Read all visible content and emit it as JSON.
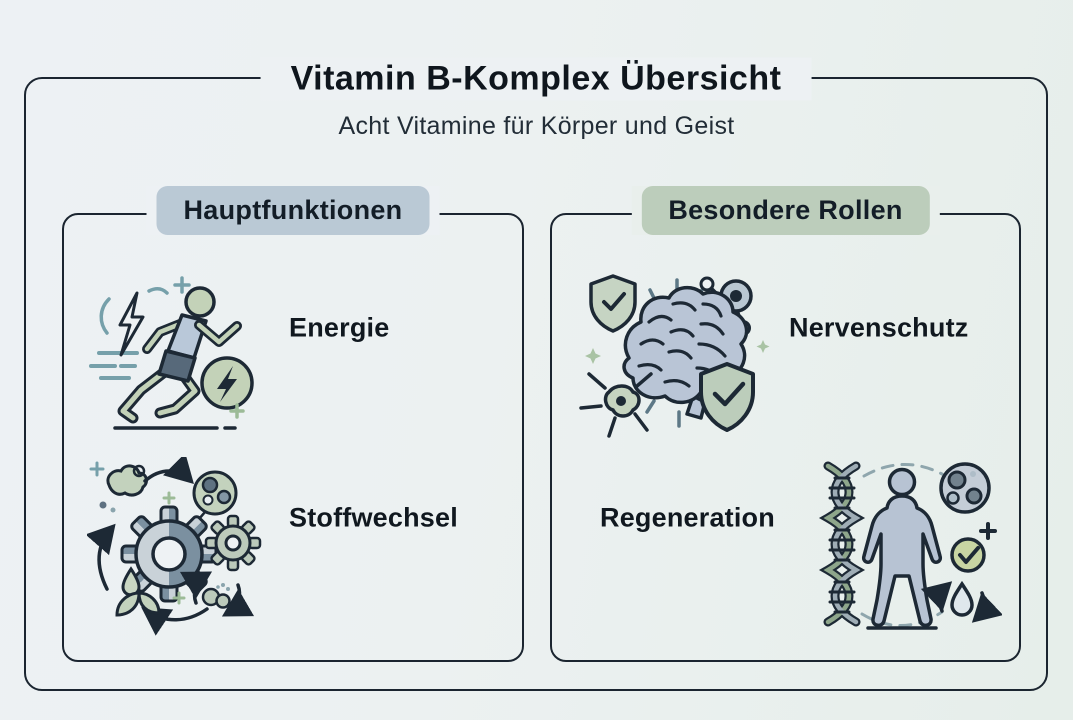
{
  "infographic": {
    "title": "Vitamin B-Komplex Übersicht",
    "subtitle": "Acht Vitamine für Körper und Geist"
  },
  "panels": [
    {
      "header": "Hauptfunktionen",
      "header_bg": "#bac9d5",
      "items": [
        {
          "label": "Energie",
          "icon": "runner-energy-icon"
        },
        {
          "label": "Stoffwechsel",
          "icon": "metabolism-gears-icon"
        }
      ]
    },
    {
      "header": "Besondere Rollen",
      "header_bg": "#bccdbb",
      "items": [
        {
          "label": "Nervenschutz",
          "icon": "brain-shields-icon"
        },
        {
          "label": "Regeneration",
          "icon": "dna-body-regeneration-icon"
        }
      ]
    }
  ],
  "colors": {
    "background": "#edf1f3",
    "outline": "#1b2530",
    "accent_green": "#c3d2b8",
    "accent_blue_gray": "#b9c8d9",
    "accent_slate": "#57697a",
    "accent_teal": "#76a0aa",
    "header_blue": "#bac9d5",
    "header_green": "#bccdbb"
  }
}
